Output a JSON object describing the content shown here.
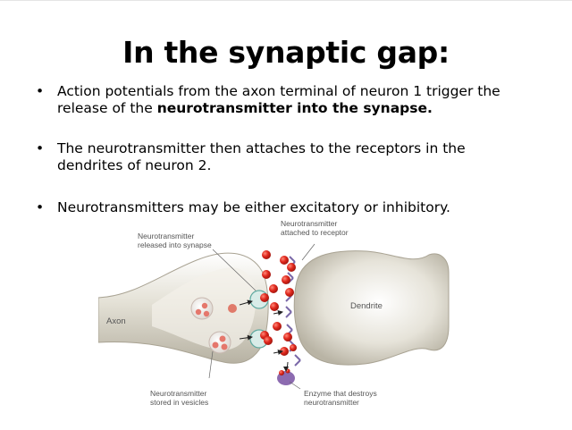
{
  "slide": {
    "title": "In the synaptic gap:",
    "bullets": [
      {
        "symbol": "•",
        "text_line1": "Action potentials from the axon terminal of neuron 1 trigger the",
        "text_line2_prefix": "release of the ",
        "text_line2_bold": "neurotransmitter into the synapse."
      },
      {
        "symbol": "•",
        "text_line1": "The neurotransmitter then attaches to the receptors in the",
        "text_line2": "dendrites of neuron 2."
      },
      {
        "symbol": "•",
        "text_line1": "Neurotransmitters may be either excitatory or inhibitory."
      }
    ]
  },
  "diagram": {
    "labels": {
      "released_l1": "Neurotransmitter",
      "released_l2": "released into synapse",
      "attached_l1": "Neurotransmitter",
      "attached_l2": "attached to receptor",
      "axon": "Axon",
      "dendrite": "Dendrite",
      "stored_l1": "Neurotransmitter",
      "stored_l2": "stored in vesicles",
      "enzyme_l1": "Enzyme that destroys",
      "enzyme_l2": "neurotransmitter"
    },
    "colors": {
      "membrane": "#c9c5b6",
      "neurotransmitter": "#d8261c",
      "receptor": "#7a68a8",
      "enzyme": "#8c6bb0"
    }
  }
}
